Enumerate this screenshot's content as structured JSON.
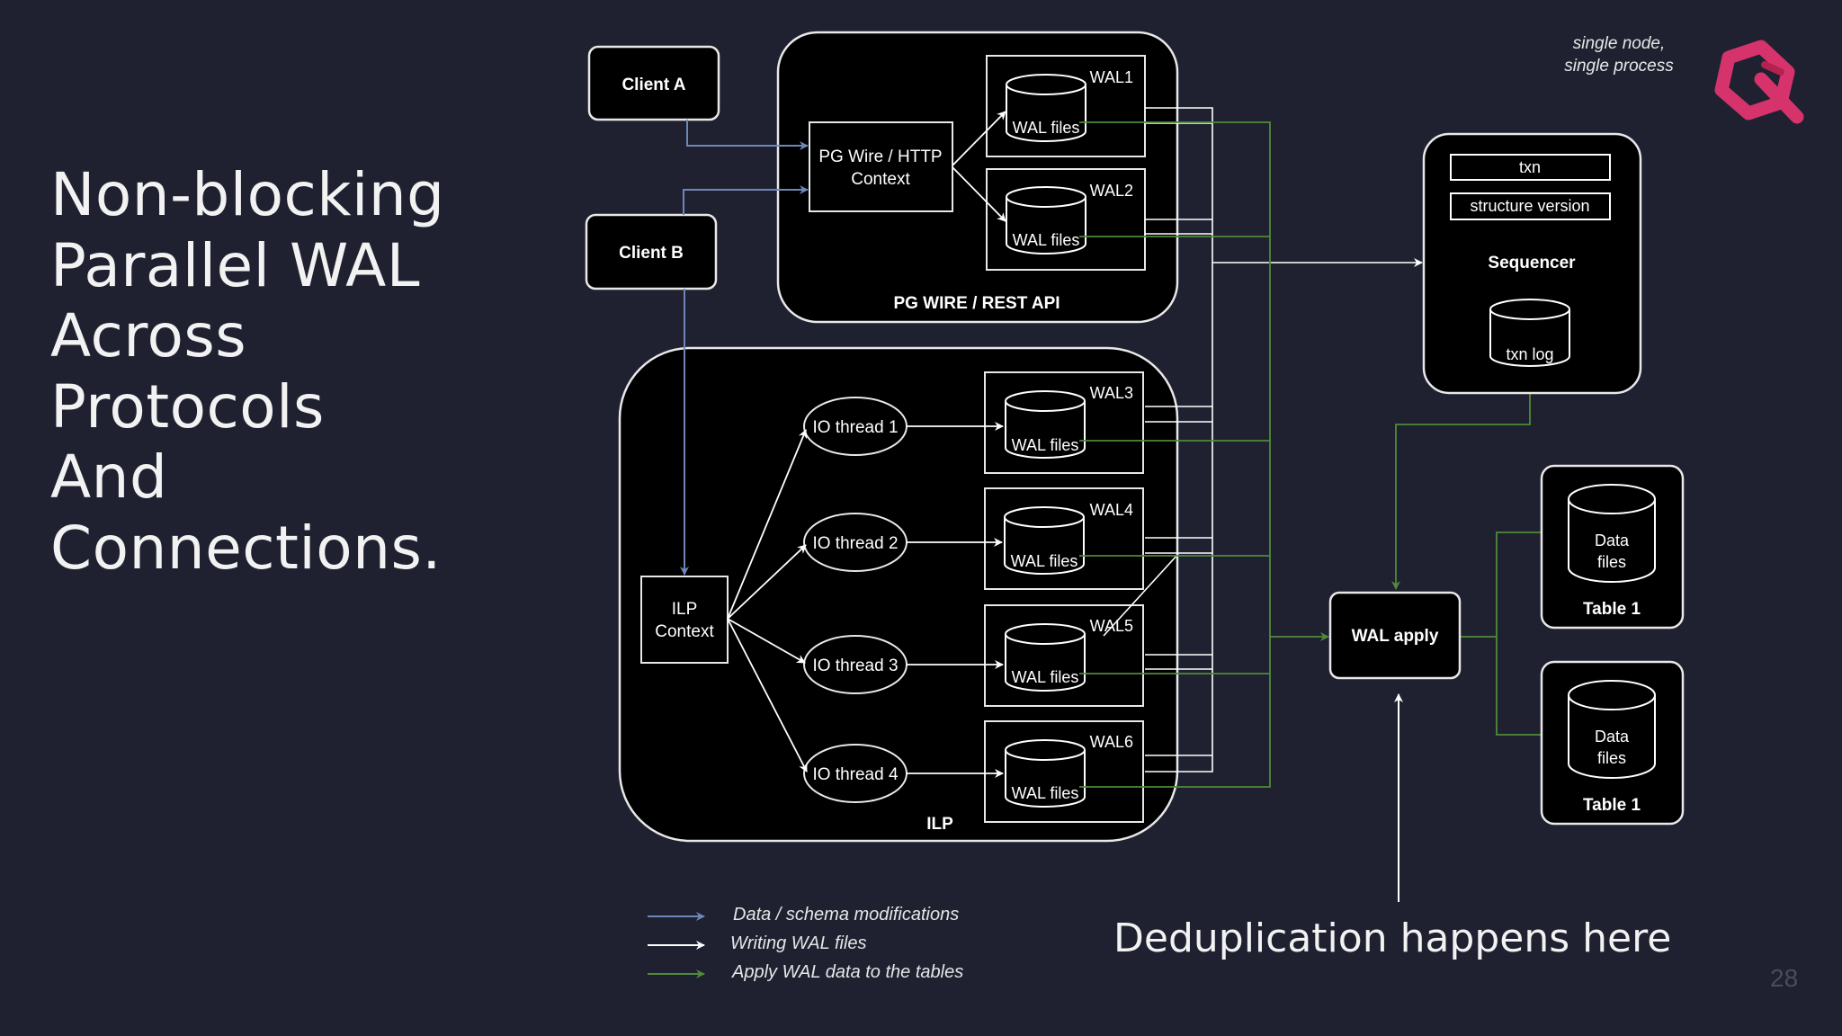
{
  "slide": {
    "title_lines": [
      "Non-blocking",
      "Parallel WAL",
      "Across",
      "Protocols",
      "And",
      "Connections."
    ],
    "corner_note_line1": "single node,",
    "corner_note_line2": "single process",
    "dedup_note": "Deduplication happens here",
    "page_number": "28"
  },
  "diagram": {
    "client_a": "Client A",
    "client_b": "Client B",
    "pg_context_line1": "PG Wire / HTTP",
    "pg_context_line2": "Context",
    "pg_group_label": "PG WIRE / REST API",
    "ilp_group_label": "ILP",
    "ilp_context_line1": "ILP",
    "ilp_context_line2": "Context",
    "io_threads": [
      "IO thread 1",
      "IO thread 2",
      "IO thread 3",
      "IO thread 4"
    ],
    "wals": [
      "WAL1",
      "WAL2",
      "WAL3",
      "WAL4",
      "WAL5",
      "WAL6"
    ],
    "wal_files_label": "WAL files",
    "sequencer": {
      "field_txn": "txn",
      "field_structure": "structure version",
      "title": "Sequencer",
      "log": "txn log"
    },
    "wal_apply": "WAL apply",
    "tables": [
      {
        "files_line1": "Data",
        "files_line2": "files",
        "name": "Table 1"
      },
      {
        "files_line1": "Data",
        "files_line2": "files",
        "name": "Table 1"
      }
    ]
  },
  "legend": [
    {
      "label": "Data / schema modifications",
      "color": "#6f86b8"
    },
    {
      "label": "Writing WAL files",
      "color": "#ffffff"
    },
    {
      "label": "Apply WAL data to the tables",
      "color": "#4f8a3a"
    }
  ],
  "colors": {
    "background": "#1f2130",
    "box_fill": "#000000",
    "data_arrow": "#6f86b8",
    "write_arrow": "#ffffff",
    "apply_arrow": "#4f8a3a",
    "logo": "#d6336c"
  }
}
